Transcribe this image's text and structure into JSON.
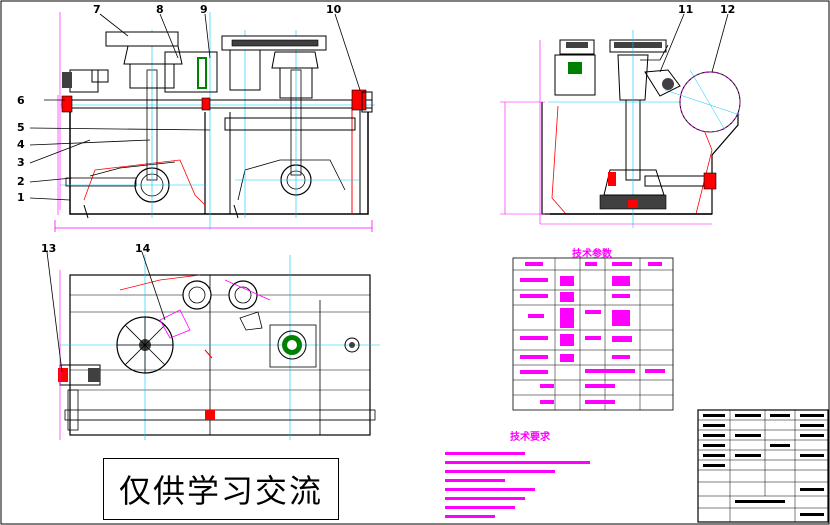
{
  "drawing": {
    "part_callouts": [
      "1",
      "2",
      "3",
      "4",
      "5",
      "6",
      "7",
      "8",
      "9",
      "10",
      "11",
      "12",
      "13",
      "14"
    ],
    "parameter_table_title": "技术参数",
    "technical_requirements_title": "技术要求",
    "watermark_text": "仅供学习交流"
  },
  "colors": {
    "outline": "#000000",
    "centerline": "#00c8ff",
    "hidden_edge": "#ff0000",
    "dimension": "#ff00ff",
    "equipment": "#008000"
  }
}
